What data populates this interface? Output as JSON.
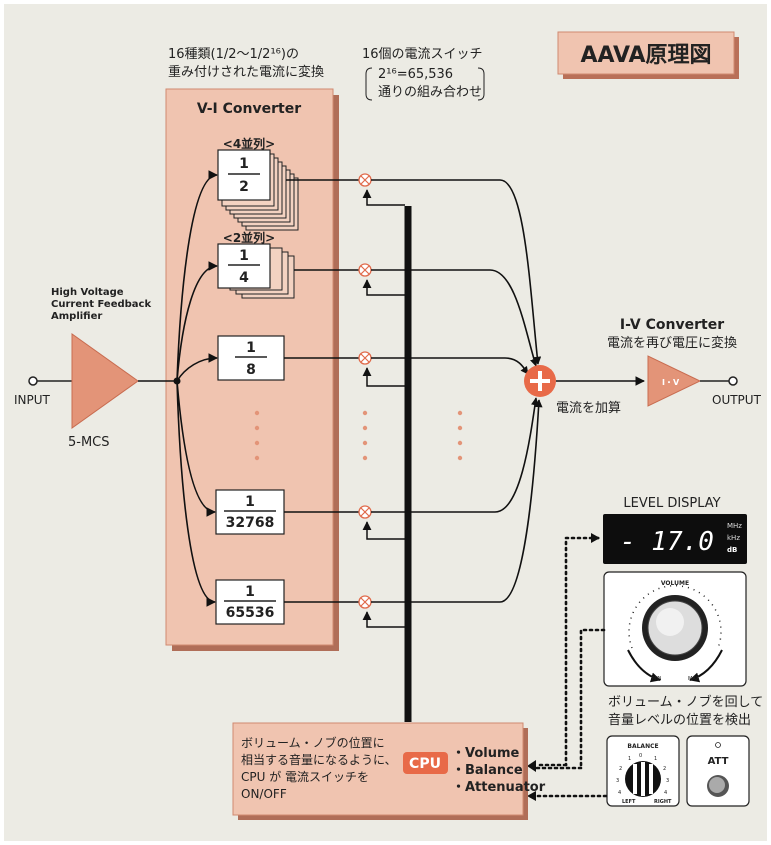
{
  "title": "AAVA原理図",
  "top_note": {
    "line1": "16種類(1/2〜1/2¹⁶)の",
    "line2": "重み付けされた電流に変換"
  },
  "switch_note": {
    "line1": "16個の電流スイッチ",
    "line2": "2¹⁶=65,536",
    "line3": "通りの組み合わせ"
  },
  "vi_converter": {
    "label": "V-I Converter",
    "parallel4": "<4並列>",
    "parallel2": "<2並列>",
    "stages": [
      {
        "num": "1",
        "den": "2"
      },
      {
        "num": "1",
        "den": "4"
      },
      {
        "num": "1",
        "den": "8"
      },
      {
        "num": "1",
        "den": "32768"
      },
      {
        "num": "1",
        "den": "65536"
      }
    ]
  },
  "amplifier": {
    "line1": "High Voltage",
    "line2": "Current Feedback",
    "line3": "Amplifier",
    "name": "5-MCS"
  },
  "input_label": "INPUT",
  "output_label": "OUTPUT",
  "sum_label": "電流を加算",
  "iv_converter": {
    "title": "I-V Converter",
    "subtitle": "電流を再び電圧に変換",
    "symbol": "I・V"
  },
  "level_display": {
    "title": "LEVEL DISPLAY",
    "value": "- 17.0",
    "units": [
      "MHz",
      "kHz",
      "dB"
    ]
  },
  "volume_knob": {
    "label": "VOLUME",
    "min": "MIN",
    "max": "MAX",
    "caption1": "ボリューム・ノブを回して",
    "caption2": "音量レベルの位置を検出"
  },
  "balance_knob": {
    "label": "BALANCE",
    "left": "LEFT",
    "right": "RIGHT",
    "ticks": [
      "1",
      "0",
      "1",
      "2",
      "3",
      "4",
      "2",
      "3",
      "4"
    ]
  },
  "att_button": {
    "label": "ATT"
  },
  "cpu_box": {
    "note1": "ボリューム・ノブの位置に",
    "note2": "相当する音量になるように、",
    "note3": "CPU が 電流スイッチを",
    "note4": "ON/OFF",
    "chip": "CPU",
    "func1": "・Volume",
    "func2": "・Balance",
    "func3": "・Attenuator"
  },
  "colors": {
    "background": "#ecebe4",
    "salmon": "#f0c4b0",
    "salmon_dark": "#e3876a",
    "triangle": "#e39478",
    "cpu_chip": "#e86a48"
  }
}
